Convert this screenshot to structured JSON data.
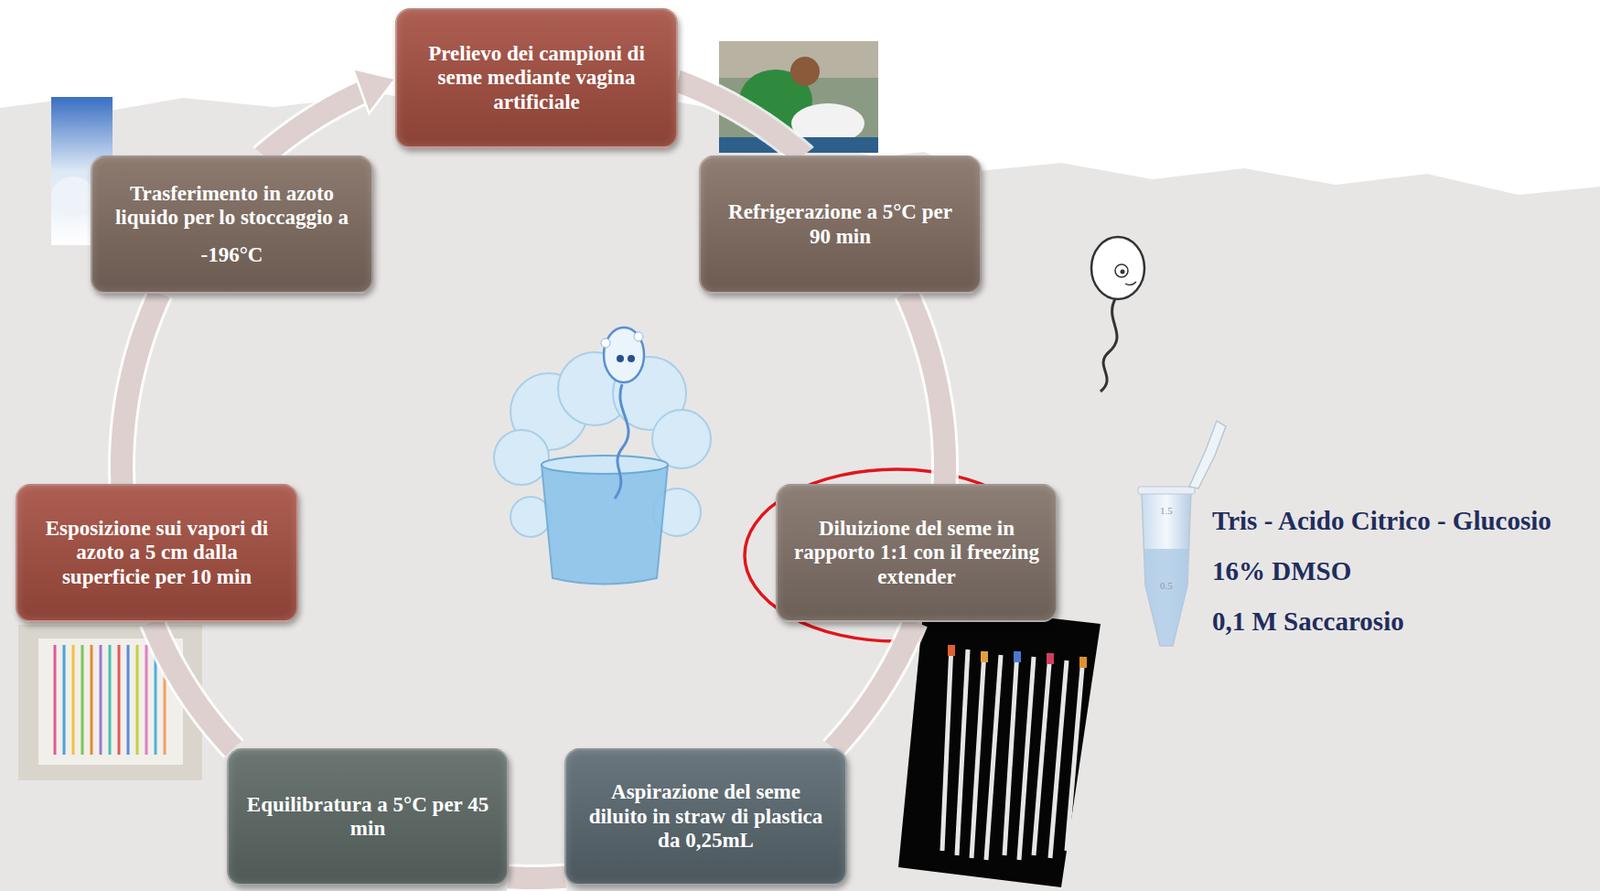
{
  "diagram": {
    "nodes": [
      {
        "text": [
          "Prelievo dei campioni di seme mediante vagina artificiale"
        ]
      },
      {
        "text": [
          "Refrigerazione a 5°C per 90 min"
        ]
      },
      {
        "text": [
          "Diluizione del seme in rapporto 1:1 con il freezing extender"
        ]
      },
      {
        "text": [
          "Aspirazione del seme diluito in straw di plastica da 0,25mL"
        ]
      },
      {
        "text": [
          "Equilibratura a 5°C per 45 min"
        ]
      },
      {
        "text": [
          "Esposizione sui vapori di azoto a 5 cm dalla superficie per 10 min"
        ]
      },
      {
        "text": [
          "Trasferimento in azoto liquido per lo stoccaggio a",
          "-196°C"
        ]
      }
    ],
    "edges": [
      {
        "from": 0,
        "to": 1,
        "arrow": "none"
      },
      {
        "from": 1,
        "to": 2,
        "arrow": "none"
      },
      {
        "from": 2,
        "to": 3,
        "arrow": "none"
      },
      {
        "from": 3,
        "to": 4,
        "arrow": "none"
      },
      {
        "from": 4,
        "to": 5,
        "arrow": "none"
      },
      {
        "from": 5,
        "to": 6,
        "arrow": "none"
      },
      {
        "from": 6,
        "to": 0,
        "arrow": "to"
      }
    ],
    "labels": [
      "Tris - Acido Citrico - Glucosio",
      "16% DMSO",
      "0,1 M Saccarosio",
      "1.5",
      "0.5"
    ]
  }
}
